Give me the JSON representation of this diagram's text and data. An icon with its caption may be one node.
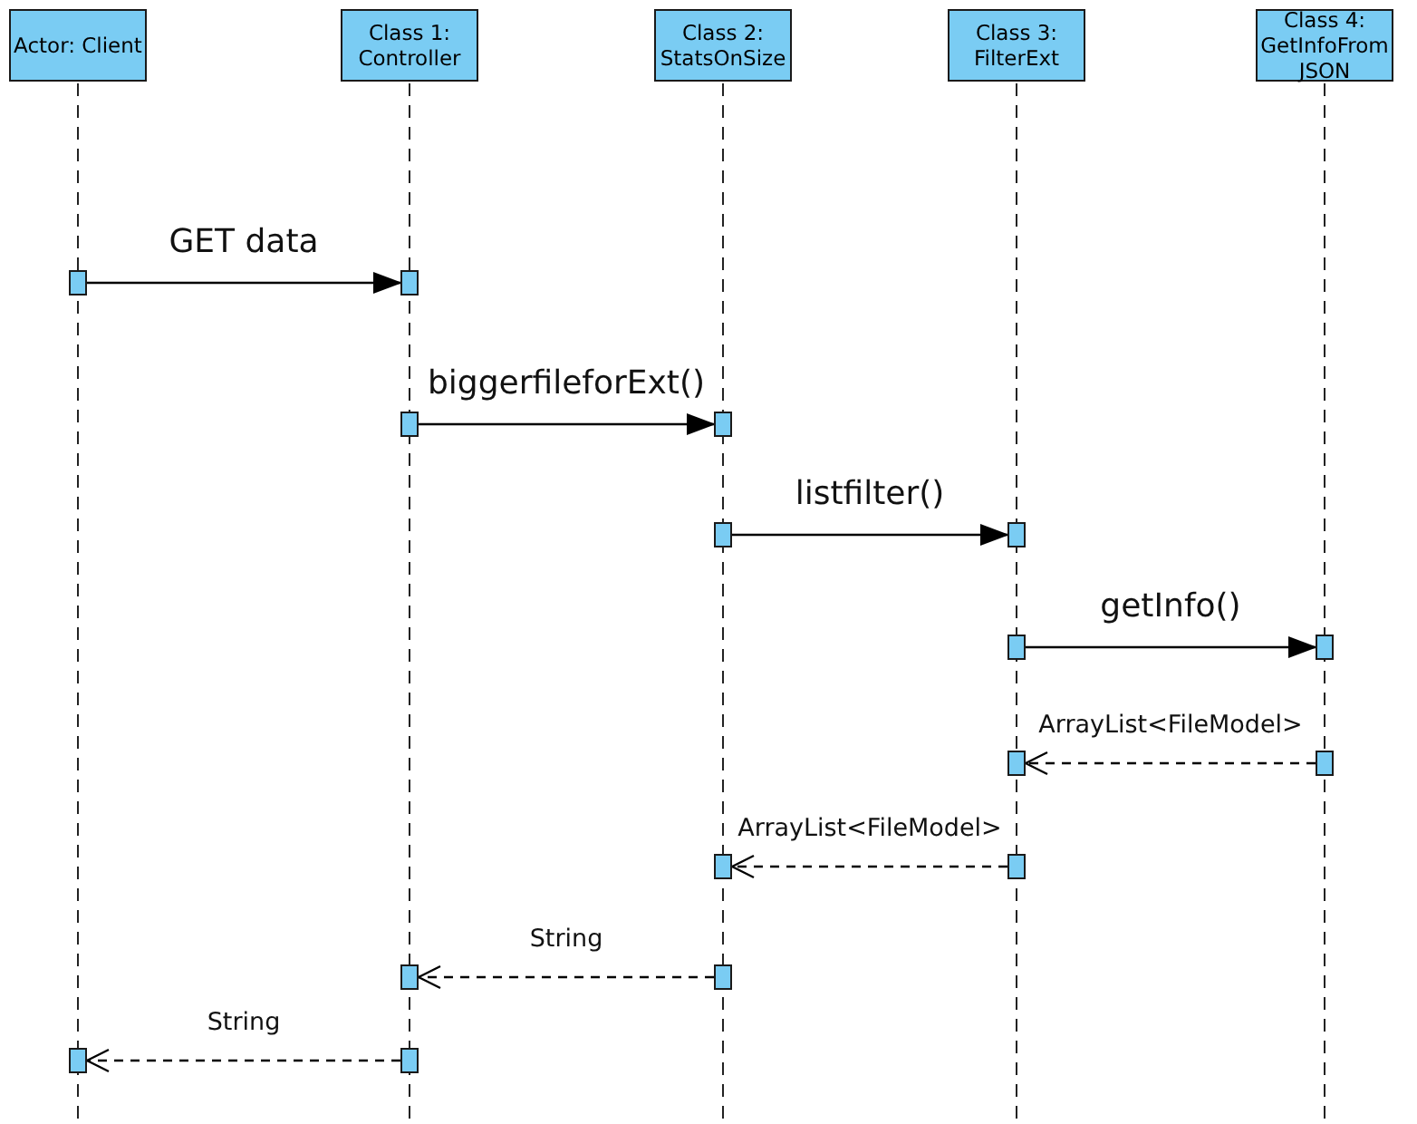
{
  "diagram": {
    "nodes": [
      {
        "text": [
          "Actor: Client"
        ]
      },
      {
        "text": [
          "Class 1: Controller"
        ]
      },
      {
        "text": [
          "Class 2: StatsOnSize"
        ]
      },
      {
        "text": [
          "Class 3: FilterExt"
        ]
      },
      {
        "text": [
          "Class 4: GetInfoFromJSON"
        ]
      },
      {
        "text": [],
        "shape": "box"
      },
      {
        "text": [],
        "shape": "box"
      },
      {
        "text": [],
        "shape": "box"
      },
      {
        "text": [],
        "shape": "box"
      },
      {
        "text": [],
        "shape": "box"
      },
      {
        "text": [],
        "shape": "box"
      },
      {
        "text": [],
        "shape": "box"
      },
      {
        "text": [],
        "shape": "box"
      },
      {
        "text": [],
        "shape": "box"
      },
      {
        "text": [],
        "shape": "box"
      },
      {
        "text": [],
        "shape": "box"
      },
      {
        "text": [],
        "shape": "box"
      },
      {
        "text": [],
        "shape": "box"
      },
      {
        "text": [],
        "shape": "box"
      },
      {
        "text": [],
        "shape": "box"
      },
      {
        "text": [],
        "shape": "box"
      }
    ],
    "edges": [
      {
        "from": 5,
        "to": 6,
        "arrow": "to",
        "label": "GET data"
      },
      {
        "from": 7,
        "to": 8,
        "arrow": "to",
        "label": "biggerfileforExt()"
      },
      {
        "from": 9,
        "to": 10,
        "arrow": "to",
        "label": "listfilter()"
      },
      {
        "from": 11,
        "to": 12,
        "arrow": "to",
        "label": "getInfo()"
      },
      {
        "from": 14,
        "to": 13,
        "arrow": "to",
        "label": "ArrayList<FileModel>",
        "style": "dashed"
      },
      {
        "from": 16,
        "to": 15,
        "arrow": "to",
        "label": "ArrayList<FileModel>",
        "style": "dashed"
      },
      {
        "from": 18,
        "to": 17,
        "arrow": "to",
        "label": "String",
        "style": "dashed"
      },
      {
        "from": 20,
        "to": 19,
        "arrow": "to",
        "label": "String",
        "style": "dashed"
      }
    ]
  }
}
